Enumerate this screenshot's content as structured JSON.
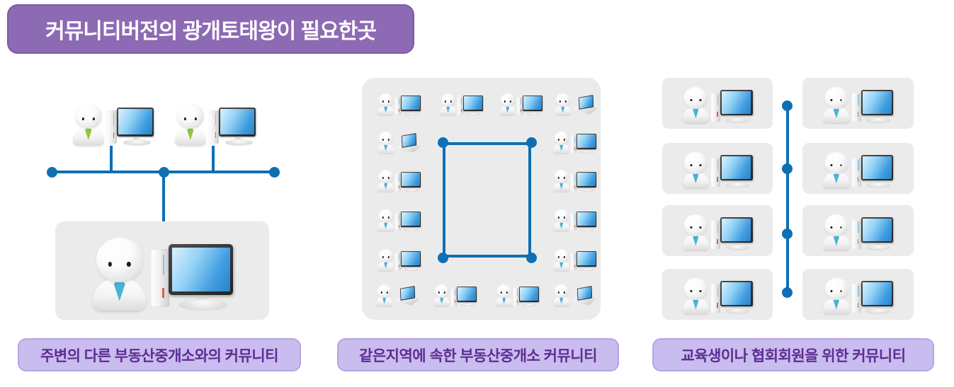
{
  "header": {
    "title": "커뮤니티버전의 광개토태왕이 필요한곳"
  },
  "palette": {
    "connector_blue": "#0f6fb4",
    "panel_gray": "#ebebeb",
    "header_bg": "#8d6ab4",
    "header_border": "#7e59a8",
    "header_text_color": "#ffffff",
    "label_bg": "#c9bcee",
    "label_border": "#b5a5e5",
    "label_text": "#5e2c92",
    "tie_green": "#8dc63f",
    "tie_blue": "#4ab3d9",
    "screen_blue": "#3e9ce0"
  },
  "sections": [
    {
      "id": "neighbor-community",
      "caption": "주변의 다른 부동산중개소와의 커뮤니티",
      "topology": "bus",
      "top_nodes": [
        {
          "tie": "green",
          "device": "desktop"
        },
        {
          "tie": "green",
          "device": "desktop"
        }
      ],
      "hub_node": {
        "tie": "blue",
        "device": "desktop"
      }
    },
    {
      "id": "region-community",
      "caption": "같은지역에 속한 부동산중개소 커뮤니티",
      "topology": "ring",
      "tie": "blue",
      "icons": {
        "top": [
          "desktop",
          "desktop",
          "desktop",
          "laptop"
        ],
        "left": [
          "laptop",
          "desktop",
          "desktop",
          "desktop"
        ],
        "right": [
          "desktop",
          "desktop",
          "desktop",
          "desktop"
        ],
        "bottom": [
          "laptop",
          "desktop",
          "desktop",
          "laptop"
        ]
      }
    },
    {
      "id": "member-community",
      "caption": "교육생이나 협회회원을 위한 커뮤니티",
      "topology": "two-column-chain",
      "rows": 4,
      "columns": 2,
      "node": {
        "tie": "blue",
        "device": "desktop"
      }
    }
  ]
}
